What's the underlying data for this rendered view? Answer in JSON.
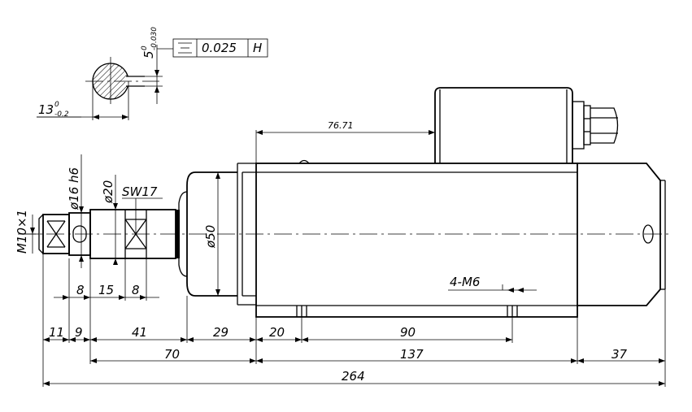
{
  "dimensions": {
    "shaft_flat_depth": {
      "main": "5",
      "upper": "0",
      "lower": "-0.030"
    },
    "shaft_diameter_tol": {
      "main": "13",
      "upper": "0",
      "lower": "-0.2"
    },
    "tolerance_frame": {
      "value": "0.025",
      "datum": "H"
    },
    "nose_length": "76.71",
    "thread": "M10×1",
    "shaft_d16": "ø16 h6",
    "shaft_d20": "ø20",
    "wrench": "SW17",
    "body_d50": "ø50",
    "mount_holes": "4-M6",
    "small": [
      "8",
      "15",
      "8"
    ],
    "row1": [
      "11",
      "9",
      "41",
      "29",
      "20",
      "90"
    ],
    "row2": [
      "70",
      "137",
      "37"
    ],
    "total": "264"
  }
}
